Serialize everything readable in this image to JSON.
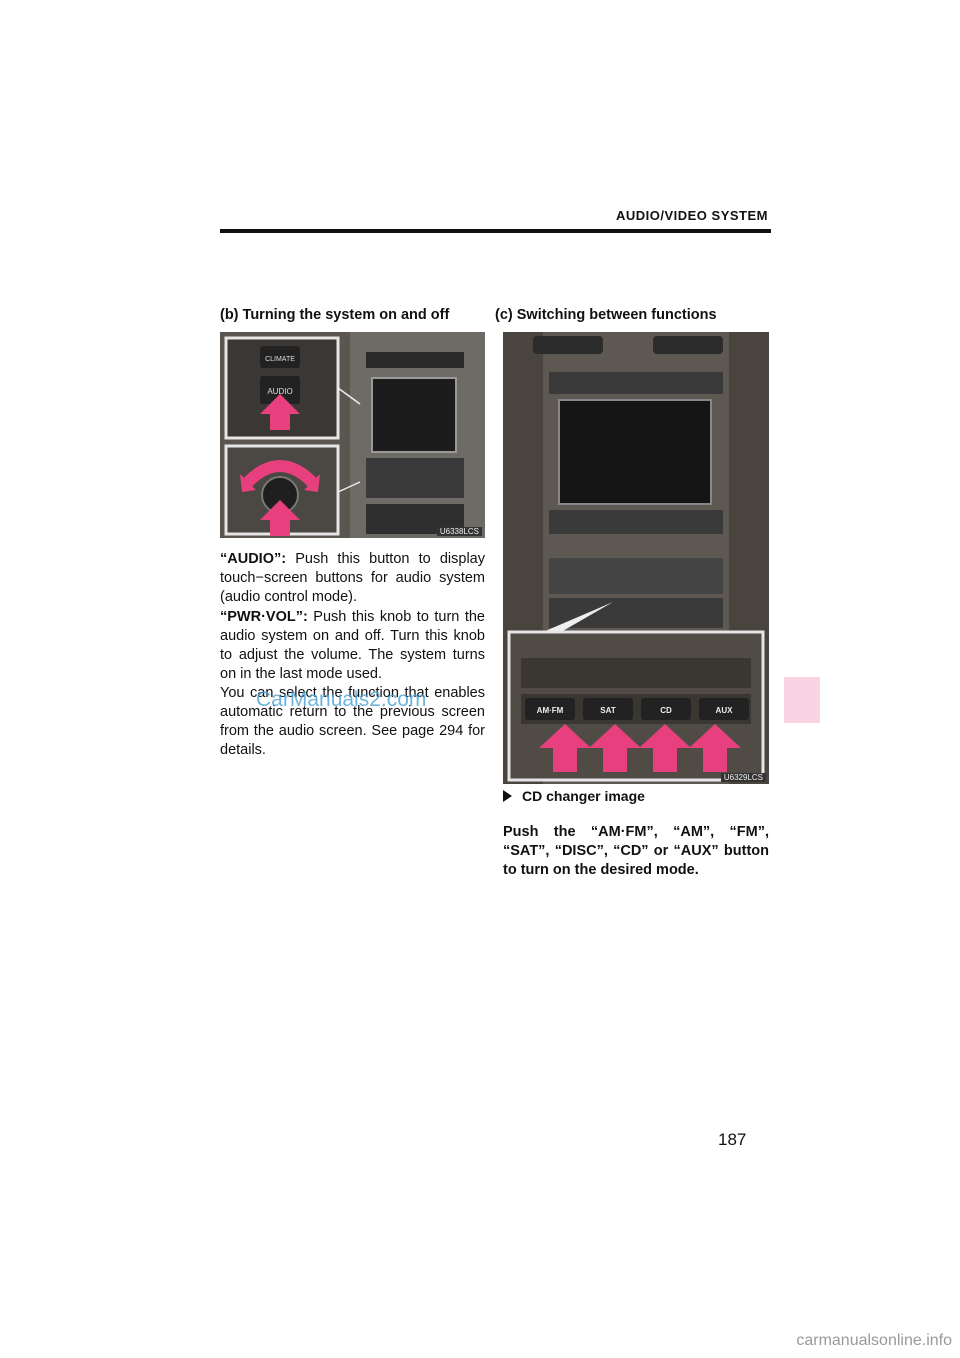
{
  "header": {
    "title": "AUDIO/VIDEO SYSTEM"
  },
  "section_b": {
    "heading": "(b)   Turning the system on and off",
    "image_code": "U6338LCS",
    "photo_labels": {
      "climate": "CLIMATE",
      "audio": "AUDIO"
    },
    "audio_label": "“AUDIO”:",
    "audio_text": " Push this button to display touch−screen buttons for audio system (audio control mode).",
    "pwrvol_label": "“PWR·VOL”:",
    "pwrvol_text": " Push this knob to turn the audio system on and off.  Turn this knob to adjust the volume.  The system turns on in the last mode used.",
    "extra_text": "You can select the function that enables automatic return to the previous screen from the audio screen.  See page 294 for details."
  },
  "section_c": {
    "heading": "(c)   Switching between functions",
    "image_code": "U6329LCS",
    "buttons": [
      "AM·FM",
      "SAT",
      "CD",
      "AUX"
    ],
    "caption": "CD changer image",
    "instruction": "Push the “AM·FM”, “AM”, “FM”, “SAT”, “DISC”, “CD” or “AUX” button to turn on the desired mode."
  },
  "watermark_mid": "CarManuals2.com",
  "watermark_bottom": "carmanualsonline.info",
  "page_number": "187",
  "colors": {
    "arrow": "#e8407f",
    "side_tab": "#f7d3e3",
    "watermark": "#4aa3d6"
  }
}
